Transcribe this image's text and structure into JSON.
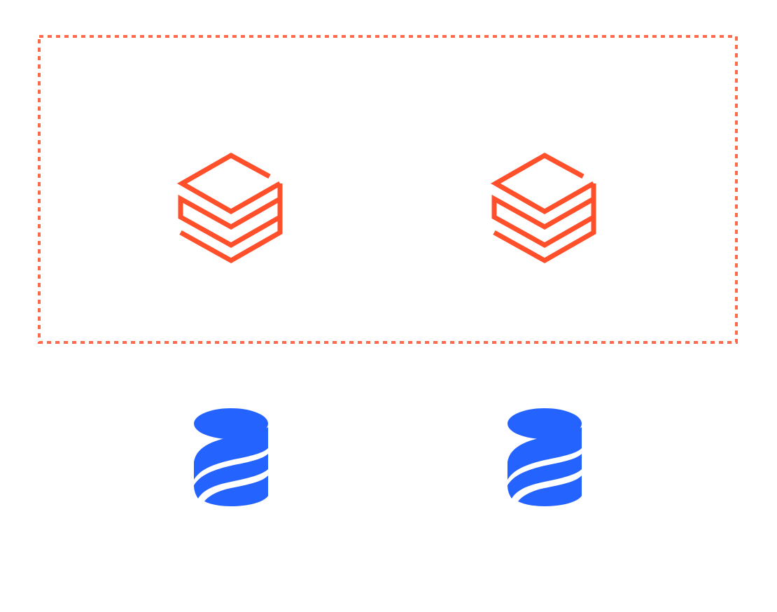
{
  "diagram": {
    "group": {
      "border_color": "#ff6a4d",
      "border_style": "dotted"
    },
    "nodes": [
      {
        "id": "databricks-1",
        "icon": "databricks-layers-icon",
        "color": "#ff4f2b"
      },
      {
        "id": "databricks-2",
        "icon": "databricks-layers-icon",
        "color": "#ff4f2b"
      },
      {
        "id": "database-1",
        "icon": "striped-database-cylinder-icon",
        "color": "#2563ff"
      },
      {
        "id": "database-2",
        "icon": "striped-database-cylinder-icon",
        "color": "#2563ff"
      }
    ]
  }
}
